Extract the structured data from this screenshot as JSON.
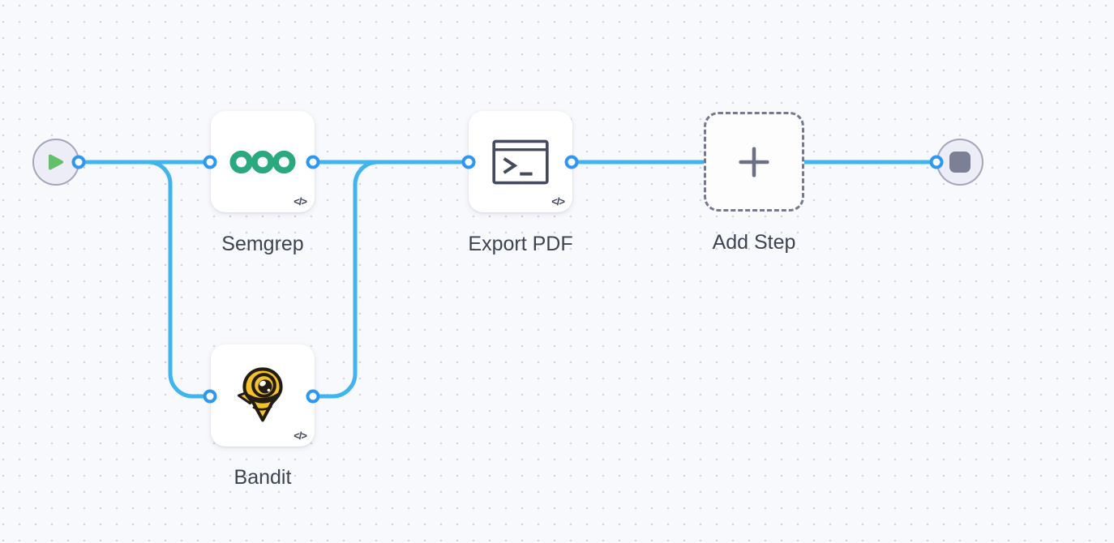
{
  "canvas": {
    "background_color": "#f8f9fd",
    "grid_dot_color": "#d0d3de",
    "edge_color": "#40b4ee",
    "port_color": "#2e97ef",
    "label_color": "#3d4353"
  },
  "nodes": {
    "start": {
      "icon": "play-icon",
      "play_color": "#65bf6a"
    },
    "semgrep": {
      "label": "Semgrep",
      "icon": "semgrep-rings-icon",
      "icon_color": "#2aa87e",
      "code_badge": "</>"
    },
    "bandit": {
      "label": "Bandit",
      "icon": "bandit-mascot-icon",
      "icon_color": "#f2c12c",
      "code_badge": "</>"
    },
    "export_pdf": {
      "label": "Export PDF",
      "icon": "terminal-icon",
      "icon_color": "#454b5f",
      "code_badge": "</>"
    },
    "add_step": {
      "label": "Add Step",
      "icon": "plus-icon",
      "icon_color": "#6d7186"
    },
    "end": {
      "icon": "stop-icon",
      "stop_color": "#7c8096"
    }
  },
  "edges": [
    {
      "from": "start",
      "to": "semgrep"
    },
    {
      "from": "start",
      "to": "bandit"
    },
    {
      "from": "semgrep",
      "to": "export_pdf"
    },
    {
      "from": "bandit",
      "to": "export_pdf"
    },
    {
      "from": "export_pdf",
      "to": "end"
    }
  ]
}
